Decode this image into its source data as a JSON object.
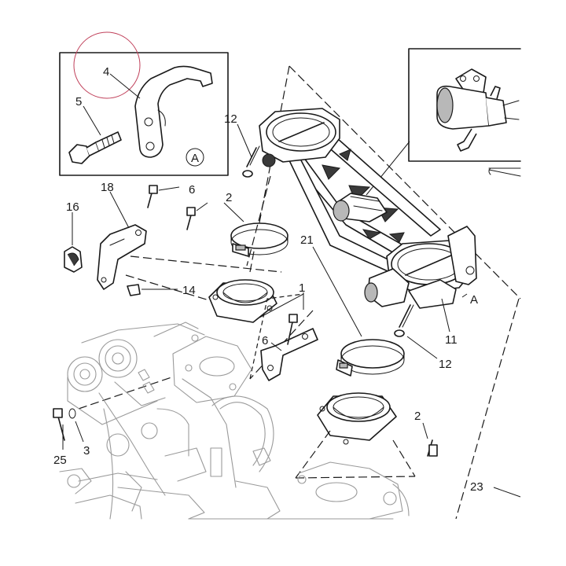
{
  "callouts": {
    "c1": "1",
    "c2a": "2",
    "c2b": "2",
    "c3": "3",
    "c4": "4",
    "c5": "5",
    "c6a": "6",
    "c6b": "6",
    "c11": "11",
    "c12a": "12",
    "c12b": "12",
    "c14": "14",
    "c16": "16",
    "c18": "18",
    "c21": "21",
    "c23": "23",
    "c25": "25"
  },
  "view_marker": {
    "inset": "A",
    "assembly": "A"
  },
  "colors": {
    "line": "#1a1a1a",
    "engine_grey": "#9a9a9a",
    "highlight_circle": "#c0405a"
  }
}
